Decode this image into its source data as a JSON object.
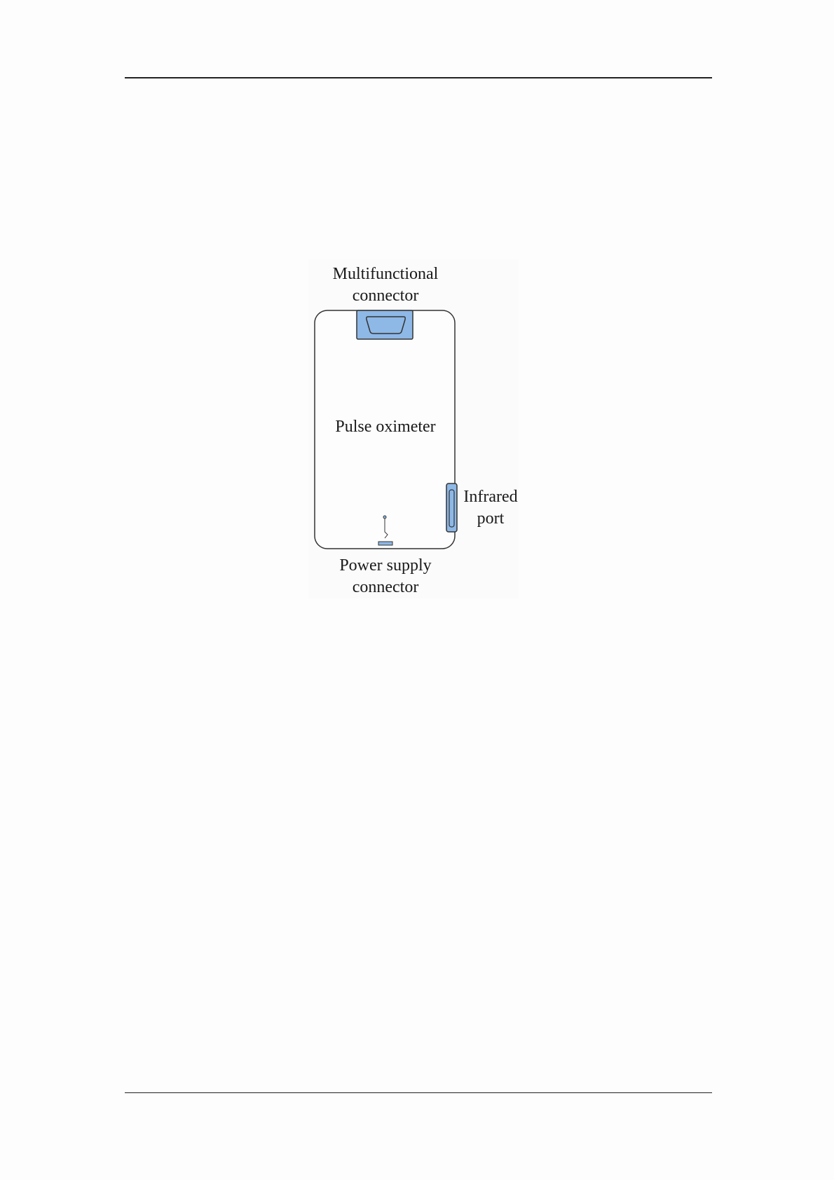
{
  "diagram": {
    "labels": {
      "multifunctional_line1": "Multifunctional",
      "multifunctional_line2": "connector",
      "device_name": "Pulse oximeter",
      "infrared_line1": "Infrared",
      "infrared_line2": "port",
      "power_line1": "Power supply",
      "power_line2": "connector"
    },
    "colors": {
      "connector_fill": "#8eb8e6",
      "outline": "#333333"
    }
  }
}
